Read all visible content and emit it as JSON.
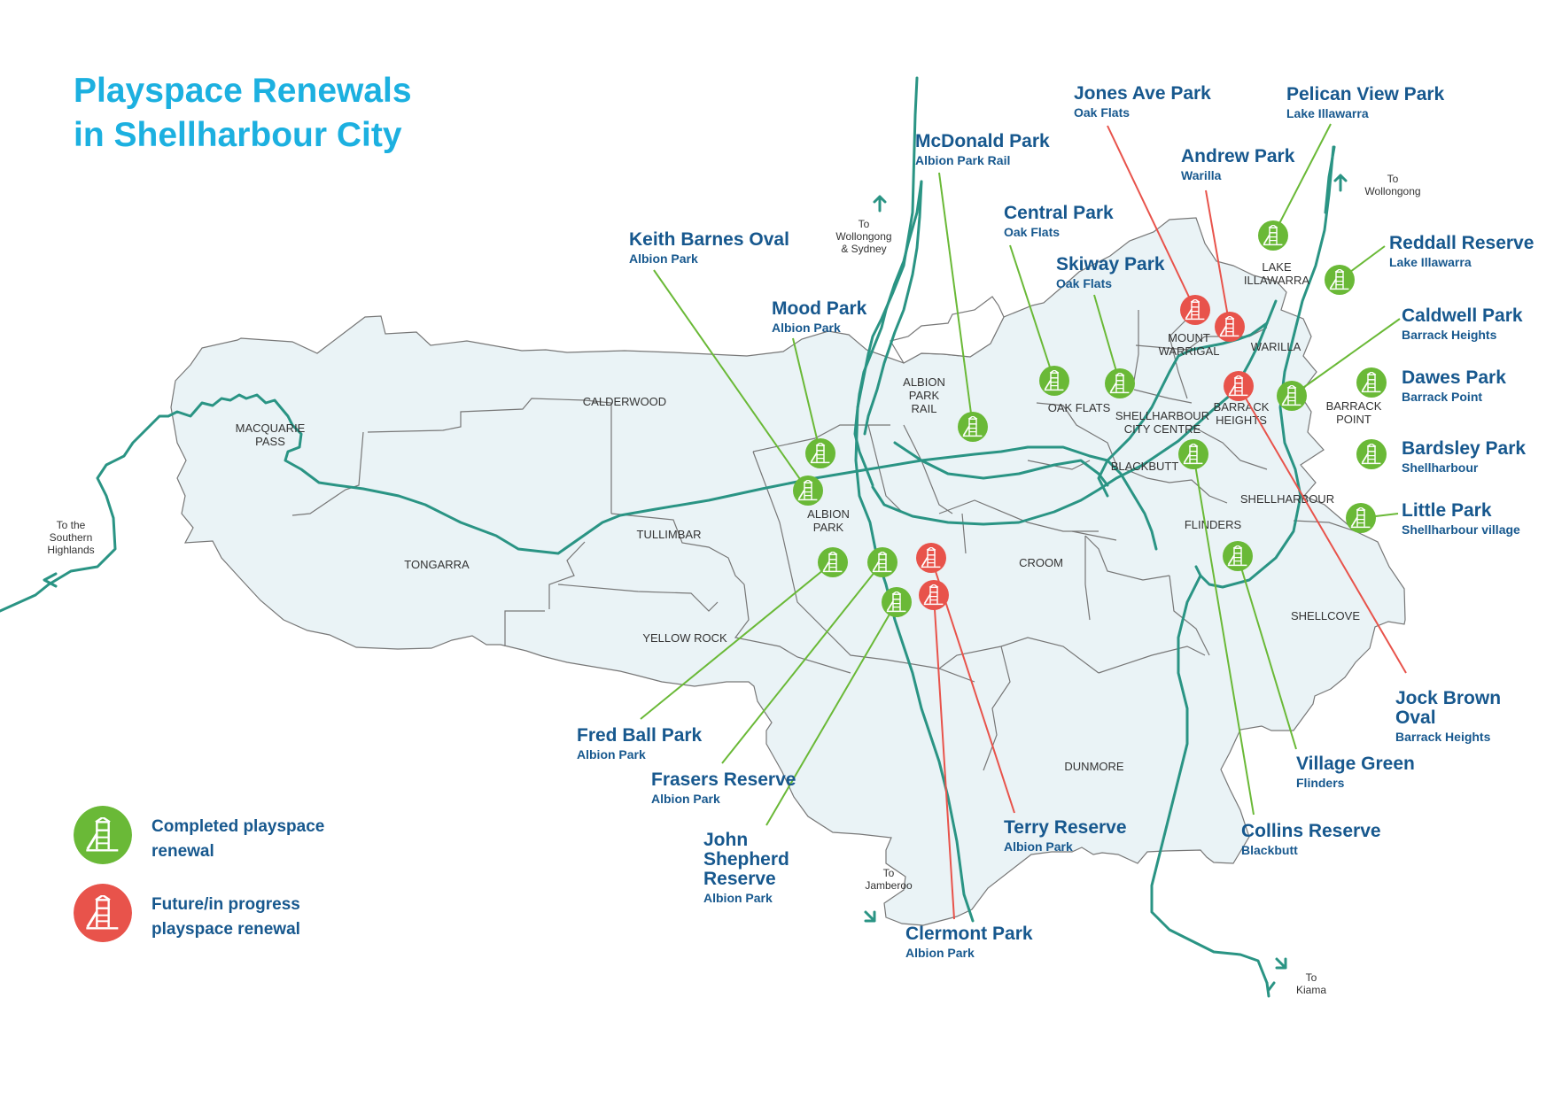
{
  "title": {
    "line1": "Playspace Renewals",
    "line2": "in Shellharbour City"
  },
  "colors": {
    "completed": "#6ab937",
    "future": "#e8534b",
    "accent": "#1cb0e0",
    "label": "#17588e",
    "road": "#2a9484",
    "land": "#eaf3f6"
  },
  "legend": [
    {
      "status": "completed",
      "icon": "playground-icon",
      "line1": "Completed playspace",
      "line2": "renewal"
    },
    {
      "status": "future",
      "icon": "playground-icon",
      "line1": "Future/in progress",
      "line2": "playspace renewal"
    }
  ],
  "parks": [
    {
      "name": "Jones Ave Park",
      "suburb": "Oak Flats",
      "status": "future"
    },
    {
      "name": "Pelican View Park",
      "suburb": "Lake Illawarra",
      "status": "completed"
    },
    {
      "name": "McDonald Park",
      "suburb": "Albion Park Rail",
      "status": "completed"
    },
    {
      "name": "Andrew Park",
      "suburb": "Warilla",
      "status": "future"
    },
    {
      "name": "Central Park",
      "suburb": "Oak Flats",
      "status": "completed"
    },
    {
      "name": "Keith Barnes Oval",
      "suburb": "Albion Park",
      "status": "completed"
    },
    {
      "name": "Reddall Reserve",
      "suburb": "Lake Illawarra",
      "status": "completed"
    },
    {
      "name": "Skiway Park",
      "suburb": "Oak Flats",
      "status": "completed"
    },
    {
      "name": "Mood Park",
      "suburb": "Albion Park",
      "status": "completed"
    },
    {
      "name": "Caldwell Park",
      "suburb": "Barrack Heights",
      "status": "completed"
    },
    {
      "name": "Dawes Park",
      "suburb": "Barrack Point",
      "status": "completed"
    },
    {
      "name": "Bardsley Park",
      "suburb": "Shellharbour",
      "status": "completed"
    },
    {
      "name": "Little Park",
      "suburb": "Shellharbour village",
      "status": "completed"
    },
    {
      "name": "Jock Brown Oval",
      "suburb": "Barrack Heights",
      "status": "future"
    },
    {
      "name": "Fred Ball Park",
      "suburb": "Albion Park",
      "status": "completed"
    },
    {
      "name": "Frasers Reserve",
      "suburb": "Albion Park",
      "status": "completed"
    },
    {
      "name": "Village Green",
      "suburb": "Flinders",
      "status": "completed"
    },
    {
      "name": "John Shepherd Reserve",
      "suburb": "Albion Park",
      "status": "completed"
    },
    {
      "name": "Terry Reserve",
      "suburb": "Albion Park",
      "status": "future"
    },
    {
      "name": "Collins Reserve",
      "suburb": "Blackbutt",
      "status": "completed"
    },
    {
      "name": "Clermont Park",
      "suburb": "Albion Park",
      "status": "future"
    }
  ],
  "suburbs": [
    "MACQUARIE PASS",
    "CALDERWOOD",
    "TONGARRA",
    "TULLIMBAR",
    "YELLOW ROCK",
    "ALBION PARK",
    "ALBION PARK RAIL",
    "CROOM",
    "DUNMORE",
    "OAK FLATS",
    "MOUNT WARRIGAL",
    "WARILLA",
    "LAKE ILLAWARRA",
    "BARRACK HEIGHTS",
    "BARRACK POINT",
    "SHELLHARBOUR CITY CENTRE",
    "BLACKBUTT",
    "FLINDERS",
    "SHELLHARBOUR",
    "SHELLCOVE"
  ],
  "directions": [
    {
      "id": "southern-highlands",
      "text": "To the Southern Highlands"
    },
    {
      "id": "wollongong-sydney",
      "text": "To Wollongong & Sydney"
    },
    {
      "id": "wollongong",
      "text": "To Wollongong"
    },
    {
      "id": "jamberoo",
      "text": "To Jamberoo"
    },
    {
      "id": "kiama",
      "text": "To Kiama"
    }
  ]
}
